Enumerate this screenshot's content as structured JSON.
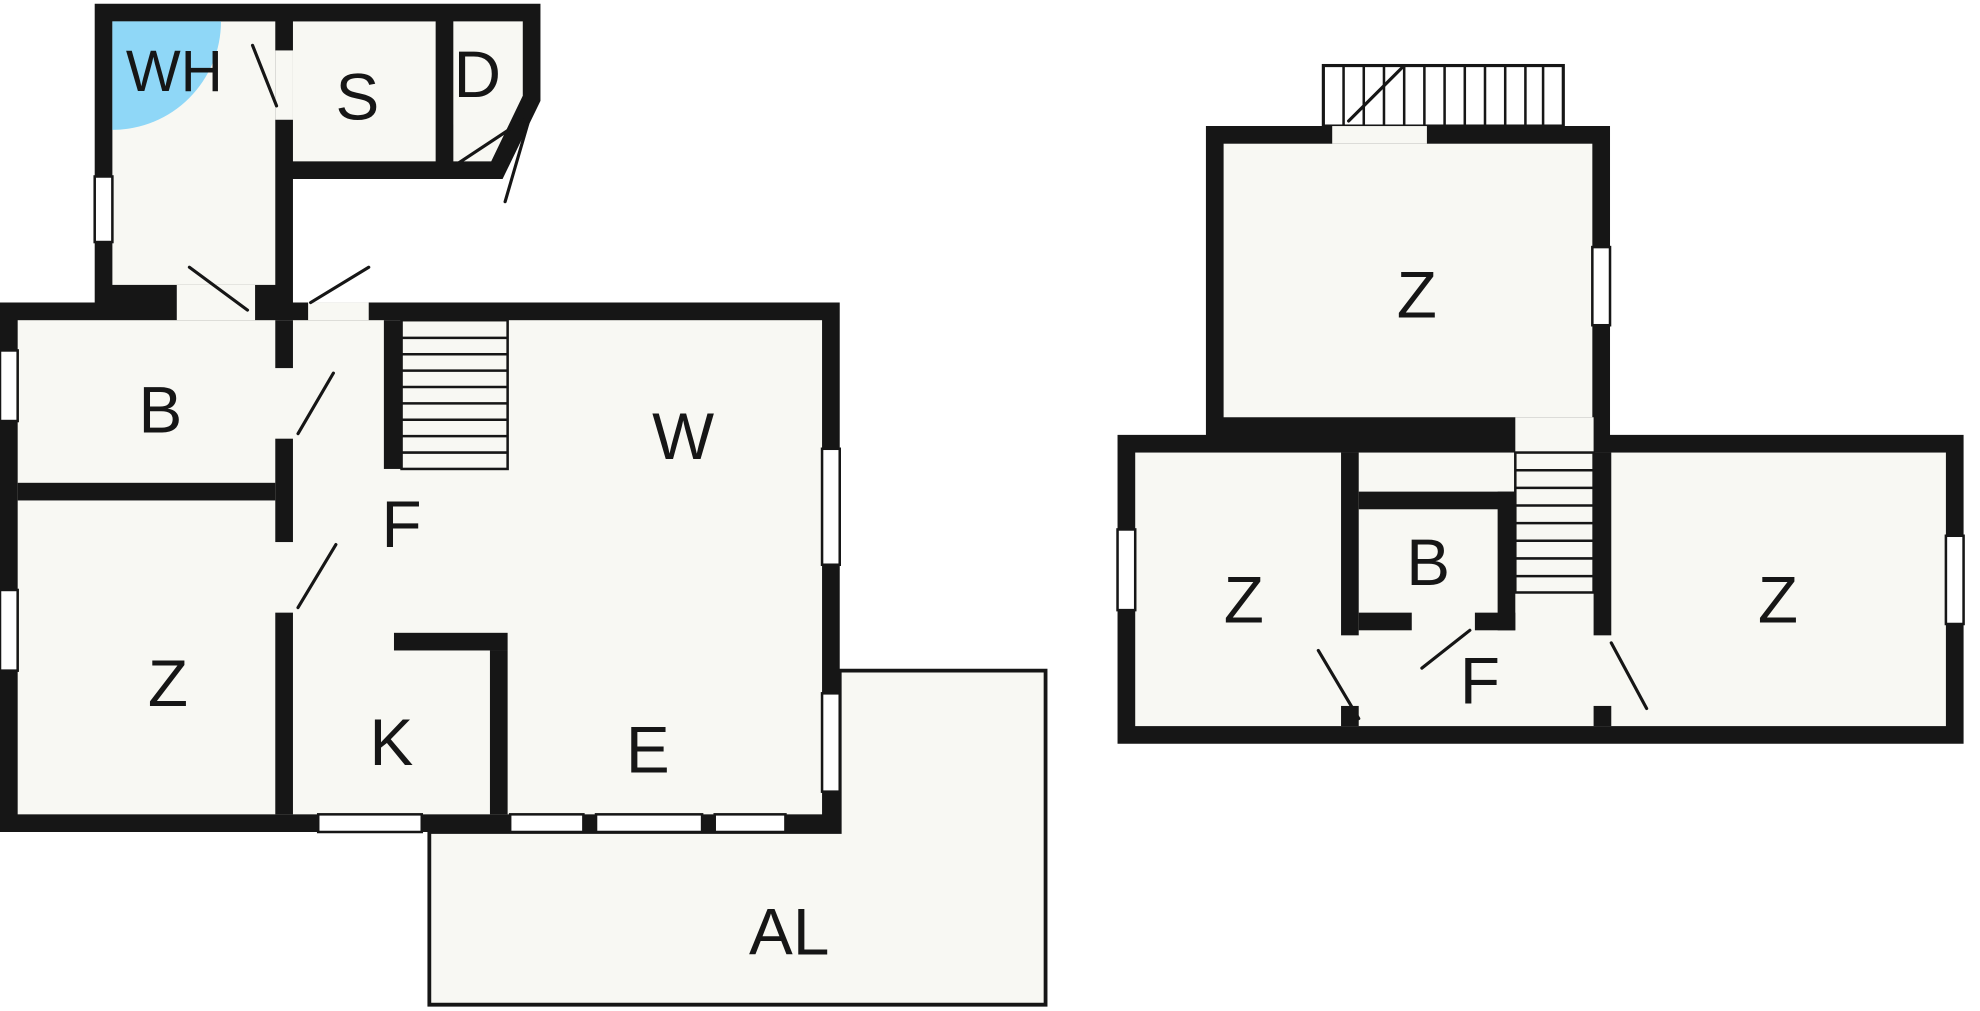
{
  "colors": {
    "wall": "#161616",
    "room_fill": "#f8f8f3",
    "window_fill": "#ffffff",
    "accent_blue": "#8fd7f7"
  },
  "ground_floor": {
    "rooms": [
      {
        "id": "wh",
        "label": "WH"
      },
      {
        "id": "s",
        "label": "S"
      },
      {
        "id": "d",
        "label": "D"
      },
      {
        "id": "b",
        "label": "B"
      },
      {
        "id": "z",
        "label": "Z"
      },
      {
        "id": "f",
        "label": "F"
      },
      {
        "id": "w",
        "label": "W"
      },
      {
        "id": "k",
        "label": "K"
      },
      {
        "id": "e",
        "label": "E"
      },
      {
        "id": "al",
        "label": "AL"
      }
    ]
  },
  "upper_floor": {
    "rooms": [
      {
        "id": "z-top",
        "label": "Z"
      },
      {
        "id": "z-left",
        "label": "Z"
      },
      {
        "id": "b",
        "label": "B"
      },
      {
        "id": "f",
        "label": "F"
      },
      {
        "id": "z-right",
        "label": "Z"
      }
    ]
  }
}
